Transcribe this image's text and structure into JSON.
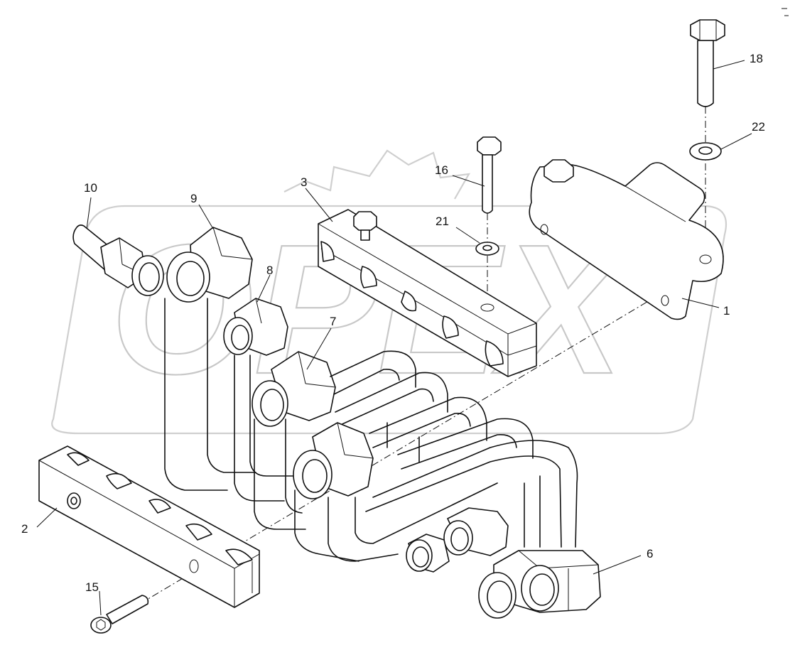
{
  "watermark": {
    "text": "OPEX"
  },
  "parts": [
    {
      "id": "part-1",
      "label": "1"
    },
    {
      "id": "part-2",
      "label": "2"
    },
    {
      "id": "part-3",
      "label": "3"
    },
    {
      "id": "part-6",
      "label": "6"
    },
    {
      "id": "part-7",
      "label": "7"
    },
    {
      "id": "part-8",
      "label": "8"
    },
    {
      "id": "part-9",
      "label": "9"
    },
    {
      "id": "part-10",
      "label": "10"
    },
    {
      "id": "part-15",
      "label": "15"
    },
    {
      "id": "part-16",
      "label": "16"
    },
    {
      "id": "part-18",
      "label": "18"
    },
    {
      "id": "part-21",
      "label": "21"
    },
    {
      "id": "part-22",
      "label": "22"
    }
  ],
  "colors": {
    "line": "#111111",
    "watermark": "#c8c8c8",
    "background": "#ffffff"
  }
}
